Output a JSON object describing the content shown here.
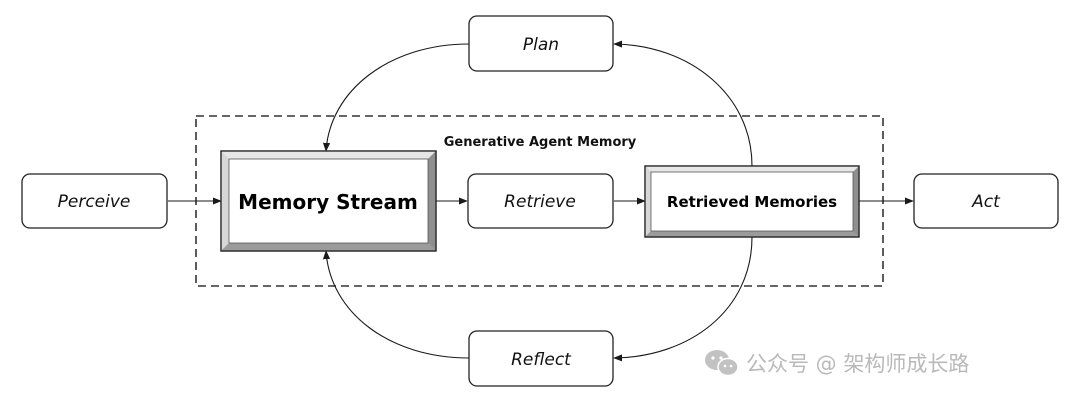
{
  "diagram": {
    "group_title": "Generative Agent Memory",
    "nodes": {
      "perceive": "Perceive",
      "memory_stream": "Memory Stream",
      "retrieve": "Retrieve",
      "retrieved_memories": "Retrieved Memories",
      "act": "Act",
      "plan": "Plan",
      "reflect": "Reflect"
    }
  },
  "watermark": {
    "icon": "wechat-icon",
    "text": "公众号 @ 架构师成长路"
  }
}
